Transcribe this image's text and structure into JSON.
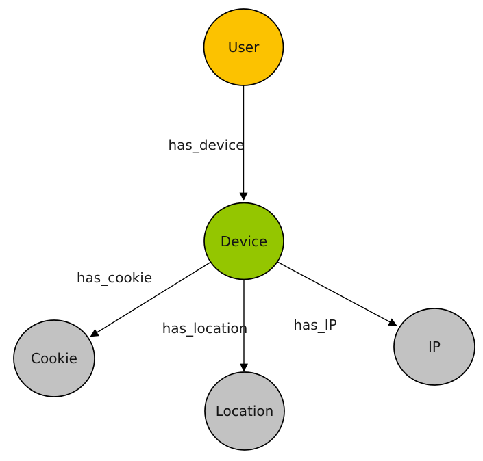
{
  "diagram": {
    "type": "directed-graph",
    "background_color": "#ffffff",
    "outline_color": "#000000",
    "edge_color": "#000000",
    "text_color": "#1a1a1a",
    "nodes": {
      "user": {
        "label": "User",
        "color": "#fcc200",
        "shape": "circle"
      },
      "device": {
        "label": "Device",
        "color": "#94c600",
        "shape": "circle"
      },
      "cookie": {
        "label": "Cookie",
        "color": "#c2c2c2",
        "shape": "circle"
      },
      "location": {
        "label": "Location",
        "color": "#c2c2c2",
        "shape": "circle"
      },
      "ip": {
        "label": "IP",
        "color": "#c2c2c2",
        "shape": "circle"
      }
    },
    "edges": {
      "has_device": {
        "label": "has_device",
        "from": "User",
        "to": "Device"
      },
      "has_cookie": {
        "label": "has_cookie",
        "from": "Device",
        "to": "Cookie"
      },
      "has_location": {
        "label": "has_location",
        "from": "Device",
        "to": "Location"
      },
      "has_ip": {
        "label": "has_IP",
        "from": "Device",
        "to": "IP"
      }
    }
  }
}
